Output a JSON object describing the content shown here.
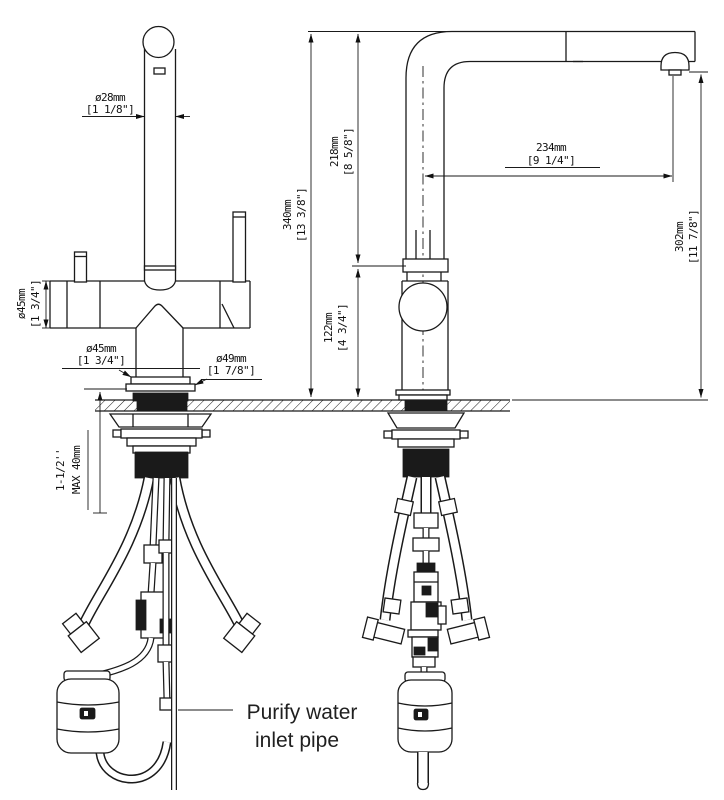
{
  "dims": {
    "dia28": {
      "mm": "ø28mm",
      "inch": "[1 1/8\"]"
    },
    "dia45_side": {
      "mm": "ø45mm",
      "inch": "[1 3/4\"]"
    },
    "dia45_base": {
      "mm": "ø45mm",
      "inch": "[1 3/4\"]"
    },
    "dia49": {
      "mm": "ø49mm",
      "inch": "[1 7/8\"]"
    },
    "thickness": {
      "inch": "1-1/2''",
      "mm": "MAX 40mm"
    },
    "h340": {
      "mm": "340mm",
      "inch": "[13 3/8\"]"
    },
    "h218": {
      "mm": "218mm",
      "inch": "[8 5/8\"]"
    },
    "h122": {
      "mm": "122mm",
      "inch": "[4 3/4\"]"
    },
    "w234": {
      "mm": "234mm",
      "inch": "[9 1/4\"]"
    },
    "h302": {
      "mm": "302mm",
      "inch": "[11 7/8\"]"
    }
  },
  "annotation": {
    "line1": "Purify water",
    "line2": "inlet pipe"
  },
  "colors": {
    "line": "#1a1a1a",
    "background": "#ffffff",
    "annotation_text": "#1f1f1f"
  }
}
